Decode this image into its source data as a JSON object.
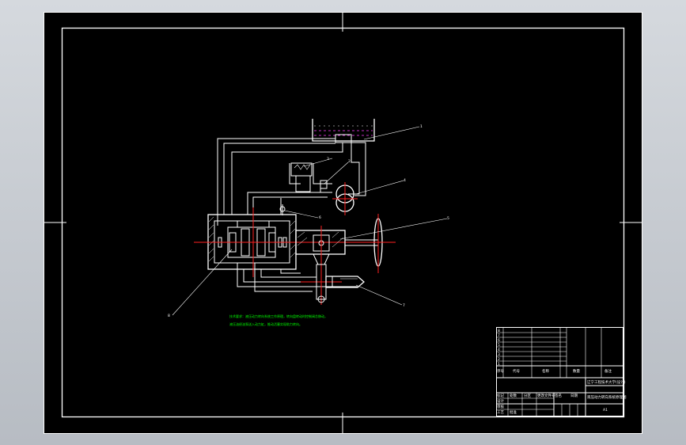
{
  "callouts": [
    "1",
    "2",
    "3",
    "4",
    "5",
    "6",
    "7",
    "8"
  ],
  "note_lines": [
    "技术要求：液压动力转向系统工作原理，转向盘转动时控制阀芯移动，",
    "液压油经油泵送入动力缸，推动活塞实现助力转向。"
  ],
  "title_block": {
    "company": "辽宁工程技术大学(设计)",
    "drawing_title": "液压动力转向系统原理图",
    "sheet": "A1",
    "header_cols": [
      "序号",
      "代号",
      "名称",
      "数量",
      "备注"
    ],
    "sign_rows": [
      "标记",
      "处数",
      "分区",
      "更改文件号",
      "签名",
      "日期"
    ],
    "row_labels": [
      "设计",
      "审核",
      "工艺",
      "批准"
    ],
    "row_codes": [
      "8",
      "7",
      "6",
      "5",
      "4",
      "3",
      "2",
      "1"
    ]
  },
  "colors": {
    "background": "#000000",
    "lines": "#ffffff",
    "centerlines": "#ff2020",
    "oil": "#ff40ff",
    "note": "#00ff00",
    "frame_bg": "#c9cdd3"
  }
}
